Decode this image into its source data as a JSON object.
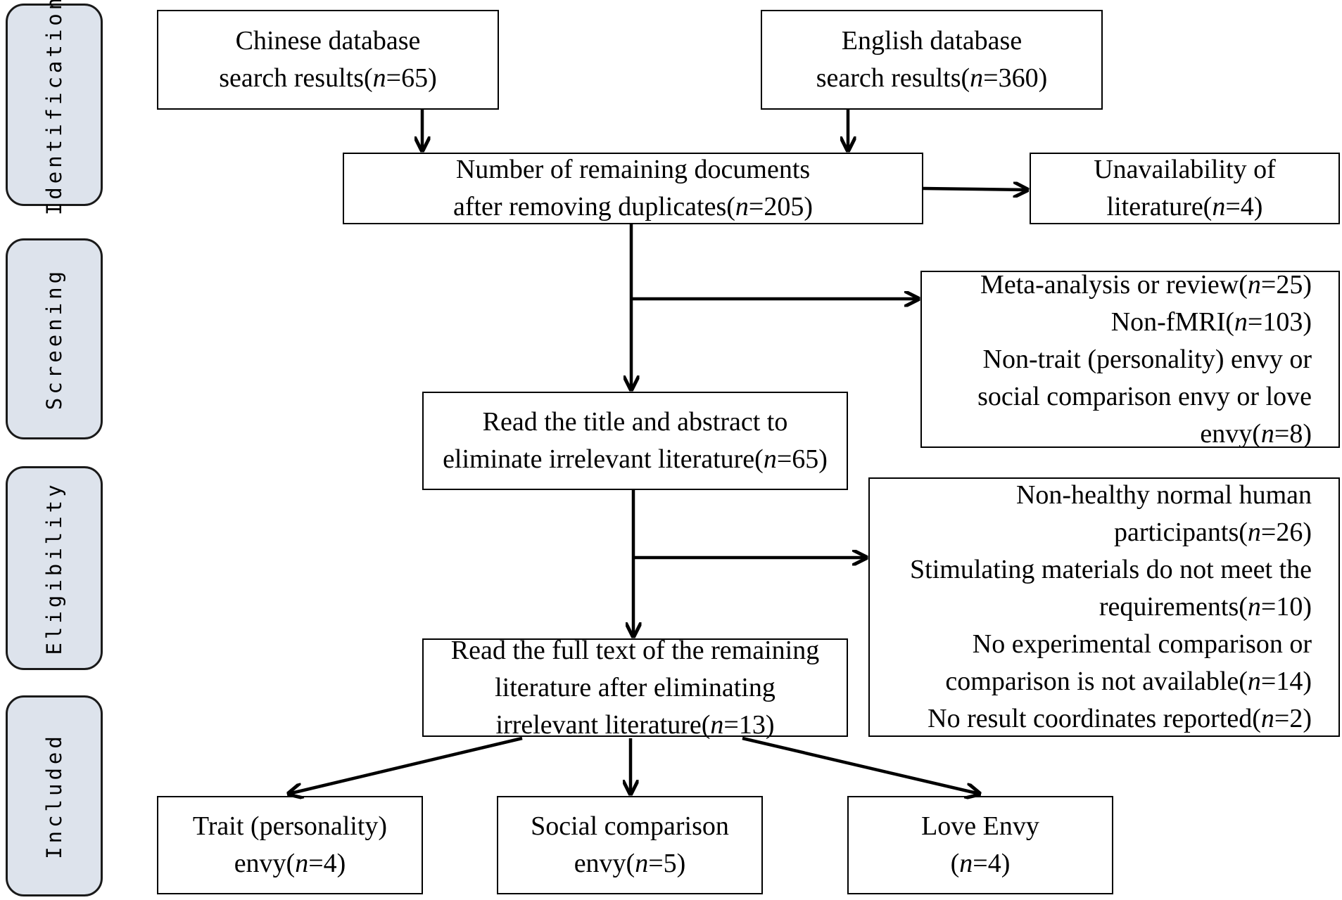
{
  "phases": [
    "Identification",
    "Screening",
    "Eligibility",
    "Included"
  ],
  "boxes": {
    "chinese": [
      {
        "text": "Chinese database"
      },
      {
        "pre": "search results(",
        "n": "n",
        "post": "=65)"
      }
    ],
    "english": [
      {
        "text": "English database"
      },
      {
        "pre": "search results(",
        "n": "n",
        "post": "=360)"
      }
    ],
    "remaining": [
      {
        "text": "Number of remaining documents"
      },
      {
        "pre": "after removing duplicates(",
        "n": "n",
        "post": "=205)"
      }
    ],
    "unavailable": [
      {
        "text": "Unavailability of"
      },
      {
        "pre": "literature(",
        "n": "n",
        "post": "=4)"
      }
    ],
    "screen_excl": [
      {
        "pre": "Meta-analysis or review(",
        "n": "n",
        "post": "=25)"
      },
      {
        "pre": "Non-fMRI(",
        "n": "n",
        "post": "=103)"
      },
      {
        "text": "Non-trait (personality) envy or"
      },
      {
        "text": "social comparison envy or love"
      },
      {
        "pre": "envy(",
        "n": "n",
        "post": "=8)"
      }
    ],
    "title_abstract": [
      {
        "text": "Read the title and abstract to"
      },
      {
        "pre": "eliminate irrelevant literature(",
        "n": "n",
        "post": "=65)"
      }
    ],
    "elig_excl": [
      {
        "text": "Non-healthy normal human"
      },
      {
        "pre": "participants(",
        "n": "n",
        "post": "=26)"
      },
      {
        "text": "Stimulating materials do not meet the"
      },
      {
        "pre": "requirements(",
        "n": "n",
        "post": "=10)"
      },
      {
        "text": "No experimental comparison or"
      },
      {
        "pre": "comparison is not available(",
        "n": "n",
        "post": "=14)"
      },
      {
        "pre": "No result coordinates reported(",
        "n": "n",
        "post": "=2)"
      }
    ],
    "full_text": [
      {
        "text": "Read the full text of the remaining"
      },
      {
        "text": "literature after eliminating"
      },
      {
        "pre": "irrelevant literature(",
        "n": "n",
        "post": "=13)"
      }
    ],
    "trait": [
      {
        "text": "Trait (personality)"
      },
      {
        "pre": "envy(",
        "n": "n",
        "post": "=4)"
      }
    ],
    "social": [
      {
        "text": "Social comparison"
      },
      {
        "pre": "envy(",
        "n": "n",
        "post": "=5)"
      }
    ],
    "love": [
      {
        "text": "Love Envy"
      },
      {
        "pre": "(",
        "n": "n",
        "post": "=4)"
      }
    ]
  }
}
